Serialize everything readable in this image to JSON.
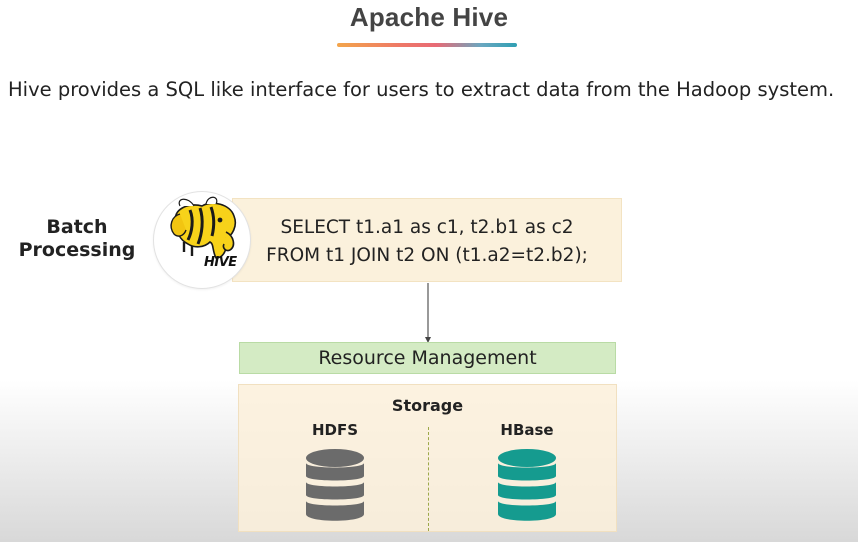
{
  "title": "Apache Hive",
  "subtitle": "Hive provides a SQL like interface for users to extract data from the Hadoop system.",
  "batch_label": "Batch Processing",
  "logo": {
    "name": "hive-logo",
    "text": "HIVE"
  },
  "query": {
    "line1": "SELECT t1.a1 as c1, t2.b1 as c2",
    "line2": "FROM t1 JOIN t2 ON (t1.a2=t2.b2);"
  },
  "resource_management": "Resource Management",
  "storage": {
    "label": "Storage",
    "left": {
      "label": "HDFS",
      "icon": "database-icon",
      "color": "#6b6b6b"
    },
    "right": {
      "label": "HBase",
      "icon": "database-icon",
      "color": "#159b8f"
    }
  },
  "colors": {
    "query_bg": "#fbf1dc",
    "rm_bg": "#d4ebc4",
    "storage_bg": "#fbf0db",
    "hdfs": "#6b6b6b",
    "hbase": "#159b8f"
  }
}
